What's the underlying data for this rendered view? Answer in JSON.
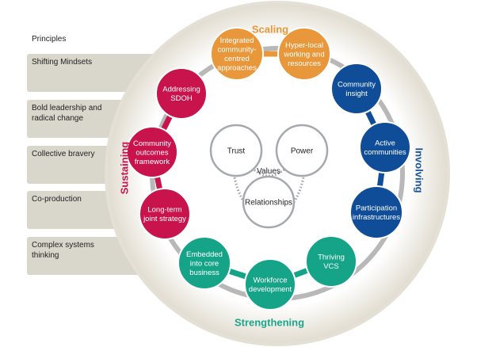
{
  "principles": {
    "heading": "Principles",
    "items": [
      [
        "Shifting Mindsets"
      ],
      [
        "Bold leadership and",
        "radical change"
      ],
      [
        "Collective bravery"
      ],
      [
        "Co-production"
      ],
      [
        "Complex systems",
        "thinking"
      ]
    ]
  },
  "sections": [
    {
      "label": "Scaling",
      "color": "#e8983a"
    },
    {
      "label": "Involving",
      "color": "#1a55a2"
    },
    {
      "label": "Strengthening",
      "color": "#1ba68a"
    },
    {
      "label": "Sustaining",
      "color": "#c8134d"
    }
  ],
  "nodes": [
    {
      "lines": [
        "Integrated",
        "community-",
        "centred",
        "approaches"
      ],
      "color": "#e8983a"
    },
    {
      "lines": [
        "Hyper-local",
        "working and",
        "resources"
      ],
      "color": "#e8983a"
    },
    {
      "lines": [
        "Community",
        "insight"
      ],
      "color": "#0f4d98"
    },
    {
      "lines": [
        "Active",
        "communities"
      ],
      "color": "#0f4d98"
    },
    {
      "lines": [
        "Participation",
        "infrastructures"
      ],
      "color": "#0f4d98"
    },
    {
      "lines": [
        "Thriving",
        "VCS"
      ],
      "color": "#15a488"
    },
    {
      "lines": [
        "Workforce",
        "development"
      ],
      "color": "#15a488"
    },
    {
      "lines": [
        "Embedded",
        "into core",
        "business"
      ],
      "color": "#15a488"
    },
    {
      "lines": [
        "Long-term",
        "joint strategy"
      ],
      "color": "#c8134d"
    },
    {
      "lines": [
        "Community",
        "outcomes",
        "framework"
      ],
      "color": "#c8134d"
    },
    {
      "lines": [
        "Addressing",
        "SDOH"
      ],
      "color": "#c8134d"
    }
  ],
  "values": {
    "center_label": "Values",
    "circles": [
      "Trust",
      "Power",
      "Relationships"
    ]
  },
  "colors": {
    "outer_disc": "#e4e0d6",
    "principle_panel": "#d9d6cc",
    "ring": "#b8b8b8",
    "value_circle_stroke": "#a5a9ae"
  }
}
